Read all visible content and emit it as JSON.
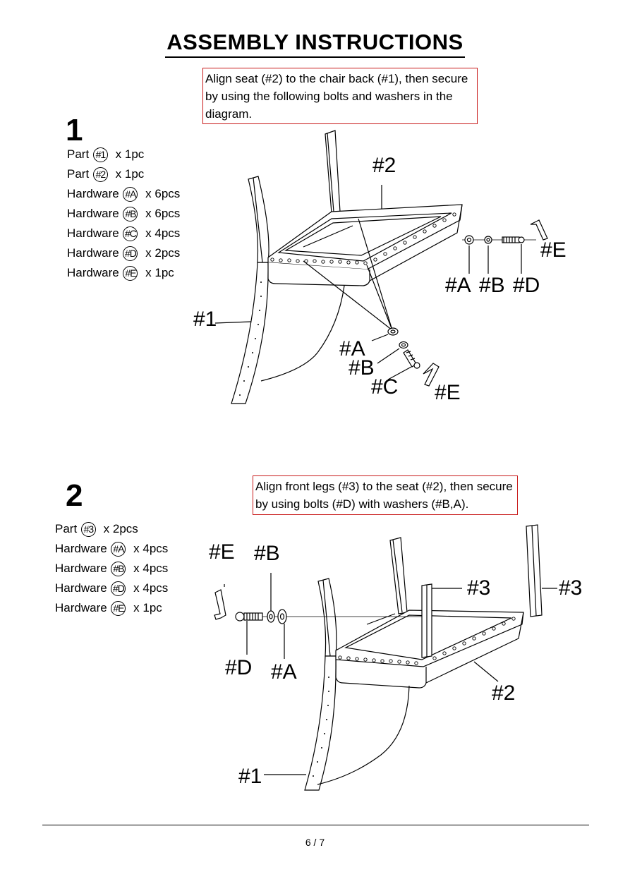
{
  "title": "ASSEMBLY  INSTRUCTIONS",
  "step1": {
    "number": "1",
    "note": "Align seat (#2) to the chair back (#1), then secure by using the following bolts and washers in the diagram.",
    "parts": [
      {
        "prefix": "Part",
        "code": "#1",
        "qty": "x 1pc"
      },
      {
        "prefix": "Part",
        "code": "#2",
        "qty": "x 1pc"
      },
      {
        "prefix": "Hardware",
        "code": "#A",
        "qty": "x 6pcs"
      },
      {
        "prefix": "Hardware",
        "code": "#B",
        "qty": "x 6pcs"
      },
      {
        "prefix": "Hardware",
        "code": "#C",
        "qty": "x 4pcs"
      },
      {
        "prefix": "Hardware",
        "code": "#D",
        "qty": "x 2pcs"
      },
      {
        "prefix": "Hardware",
        "code": "#E",
        "qty": "x 1pc"
      }
    ],
    "labels": {
      "seat": "#2",
      "back": "#1",
      "a1": "#A",
      "b1": "#B",
      "d1": "#D",
      "e1": "#E",
      "a2": "#A",
      "b2": "#B",
      "c2": "#C",
      "e2": "#E"
    }
  },
  "step2": {
    "number": "2",
    "note": "Align front legs (#3) to the seat (#2), then secure by using bolts (#D) with washers (#B,A).",
    "parts": [
      {
        "prefix": "Part",
        "code": "#3",
        "qty": "x 2pcs"
      },
      {
        "prefix": "Hardware",
        "code": "#A",
        "qty": "x 4pcs"
      },
      {
        "prefix": "Hardware",
        "code": "#B",
        "qty": "x 4pcs"
      },
      {
        "prefix": "Hardware",
        "code": "#D",
        "qty": "x 4pcs"
      },
      {
        "prefix": "Hardware",
        "code": "#E",
        "qty": "x 1pc"
      }
    ],
    "labels": {
      "e": "#E",
      "b": "#B",
      "d": "#D",
      "a": "#A",
      "leg1": "#3",
      "leg2": "#3",
      "seat": "#2",
      "back": "#1"
    }
  },
  "footer": {
    "page": "6 / 7"
  }
}
